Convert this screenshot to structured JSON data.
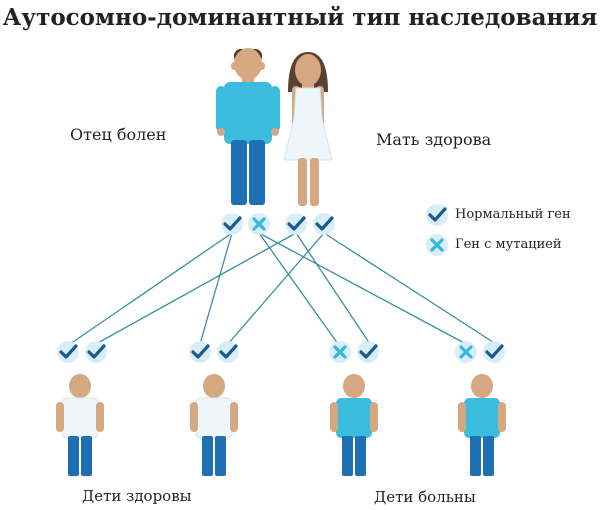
{
  "title": "Аутосомно-доминантный тип наследования",
  "parents": {
    "father_label": "Отец болен",
    "mother_label": "Мать здорова"
  },
  "legend": {
    "normal_gene": "Нормальный ген",
    "mutated_gene": "Ген с мутацией"
  },
  "children": {
    "healthy_label": "Дети здоровы",
    "sick_label": "Дети больны"
  },
  "colors": {
    "affected_shirt": "#3cbde0",
    "healthy_shirt": "#eef6fb",
    "pants": "#1f6fb5",
    "skin": "#d6a882",
    "hair_father": "#4a3426",
    "hair_mother": "#5a4032",
    "allele_bg": "#d7edf8",
    "check": "#1c5a8c",
    "cross": "#38b6dc",
    "line": "#3a8ea0"
  }
}
